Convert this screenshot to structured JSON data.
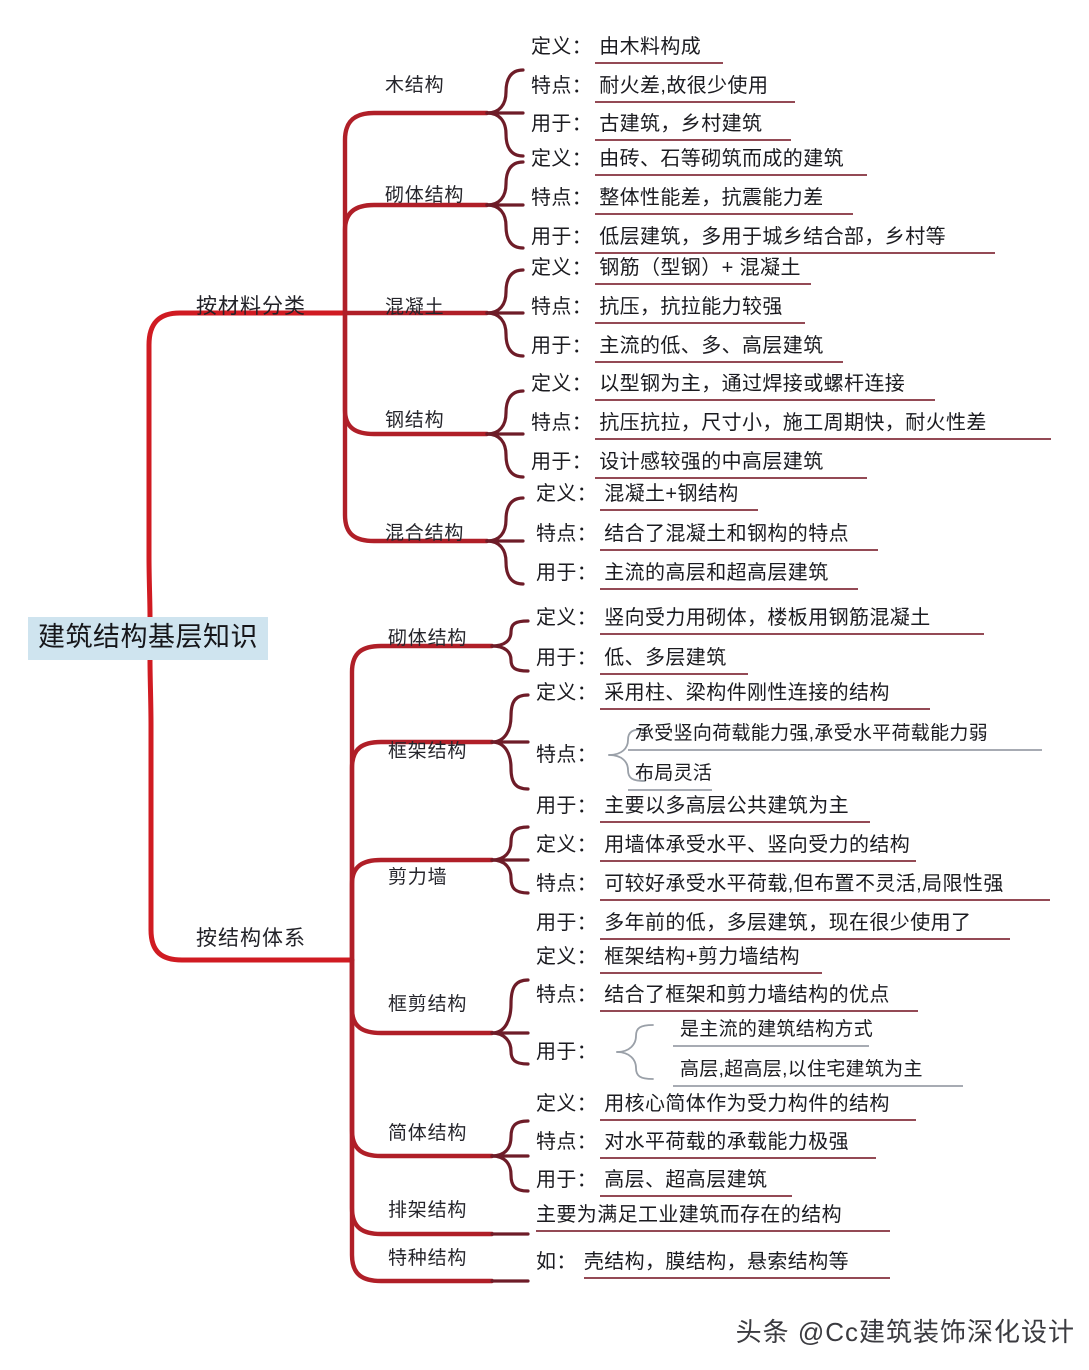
{
  "title": "建筑结构基层知识",
  "colors": {
    "trunk": "#d01b22",
    "branch": "#8c1f2b",
    "leaf_rule": "#7d2230",
    "sub_rule": "#8a8f99",
    "root_highlight": "#cfe4ef",
    "text": "#1b1b20",
    "background": "#ffffff"
  },
  "root": {
    "label": "建筑结构基层知识"
  },
  "keys": {
    "definition": "定义：",
    "feature": "特点：",
    "usage": "用于：",
    "example": "如："
  },
  "branches": [
    {
      "id": "by-material",
      "label": "按材料分类",
      "categories": [
        {
          "id": "timber",
          "label": "木结构",
          "rows": [
            {
              "key": "定义：",
              "value": "由木料构成"
            },
            {
              "key": "特点：",
              "value": "耐火差,故很少使用"
            },
            {
              "key": "用于：",
              "value": "古建筑，乡村建筑"
            }
          ]
        },
        {
          "id": "masonry-material",
          "label": "砌体结构",
          "rows": [
            {
              "key": "定义：",
              "value": "由砖、石等砌筑而成的建筑"
            },
            {
              "key": "特点：",
              "value": "整体性能差，抗震能力差"
            },
            {
              "key": "用于：",
              "value": "低层建筑，多用于城乡结合部，乡村等"
            }
          ]
        },
        {
          "id": "concrete",
          "label": "混凝土",
          "rows": [
            {
              "key": "定义：",
              "value": "钢筋（型钢）+ 混凝土"
            },
            {
              "key": "特点：",
              "value": "抗压，抗拉能力较强"
            },
            {
              "key": "用于：",
              "value": "主流的低、多、高层建筑"
            }
          ]
        },
        {
          "id": "steel",
          "label": "钢结构",
          "rows": [
            {
              "key": "定义：",
              "value": "以型钢为主，通过焊接或螺杆连接"
            },
            {
              "key": "特点：",
              "value": "抗压抗拉，尺寸小，施工周期快，耐火性差"
            },
            {
              "key": "用于：",
              "value": "设计感较强的中高层建筑"
            }
          ]
        },
        {
          "id": "composite",
          "label": "混合结构",
          "rows": [
            {
              "key": "定义：",
              "value": "混凝土+钢结构"
            },
            {
              "key": "特点：",
              "value": "结合了混凝土和钢构的特点"
            },
            {
              "key": "用于：",
              "value": "主流的高层和超高层建筑"
            }
          ]
        }
      ]
    },
    {
      "id": "by-system",
      "label": "按结构体系",
      "categories": [
        {
          "id": "masonry-system",
          "label": "砌体结构",
          "rows": [
            {
              "key": "定义：",
              "value": "竖向受力用砌体，楼板用钢筋混凝土"
            },
            {
              "key": "用于：",
              "value": "低、多层建筑"
            }
          ]
        },
        {
          "id": "frame",
          "label": "框架结构",
          "rows": [
            {
              "key": "定义：",
              "value": "采用柱、梁构件刚性连接的结构"
            },
            {
              "key": "特点：",
              "value": "",
              "subrows": [
                "承受竖向荷载能力强,承受水平荷载能力弱",
                "布局灵活"
              ]
            },
            {
              "key": "用于：",
              "value": "主要以多高层公共建筑为主"
            }
          ]
        },
        {
          "id": "shear-wall",
          "label": "剪力墙",
          "rows": [
            {
              "key": "定义：",
              "value": "用墙体承受水平、竖向受力的结构"
            },
            {
              "key": "特点：",
              "value": "可较好承受水平荷载,但布置不灵活,局限性强"
            },
            {
              "key": "用于：",
              "value": "多年前的低，多层建筑，现在很少使用了"
            }
          ]
        },
        {
          "id": "frame-shear",
          "label": "框剪结构",
          "rows": [
            {
              "key": "定义：",
              "value": "框架结构+剪力墙结构"
            },
            {
              "key": "特点：",
              "value": "结合了框架和剪力墙结构的优点"
            },
            {
              "key": "用于：",
              "value": "",
              "subrows": [
                "是主流的建筑结构方式",
                "高层,超高层,以住宅建筑为主"
              ]
            }
          ]
        },
        {
          "id": "tube",
          "label": "简体结构",
          "rows": [
            {
              "key": "定义：",
              "value": "用核心简体作为受力构件的结构"
            },
            {
              "key": "特点：",
              "value": "对水平荷载的承载能力极强"
            },
            {
              "key": "用于：",
              "value": "高层、超高层建筑"
            }
          ]
        },
        {
          "id": "bent",
          "label": "排架结构",
          "rows": [
            {
              "key": "",
              "value": "主要为满足工业建筑而存在的结构"
            }
          ]
        },
        {
          "id": "special",
          "label": "特种结构",
          "rows": [
            {
              "key": "如：",
              "value": "壳结构，膜结构，悬索结构等"
            }
          ]
        }
      ]
    }
  ],
  "footer": {
    "watermark": "头条 @Cc建筑装饰深化设计"
  }
}
